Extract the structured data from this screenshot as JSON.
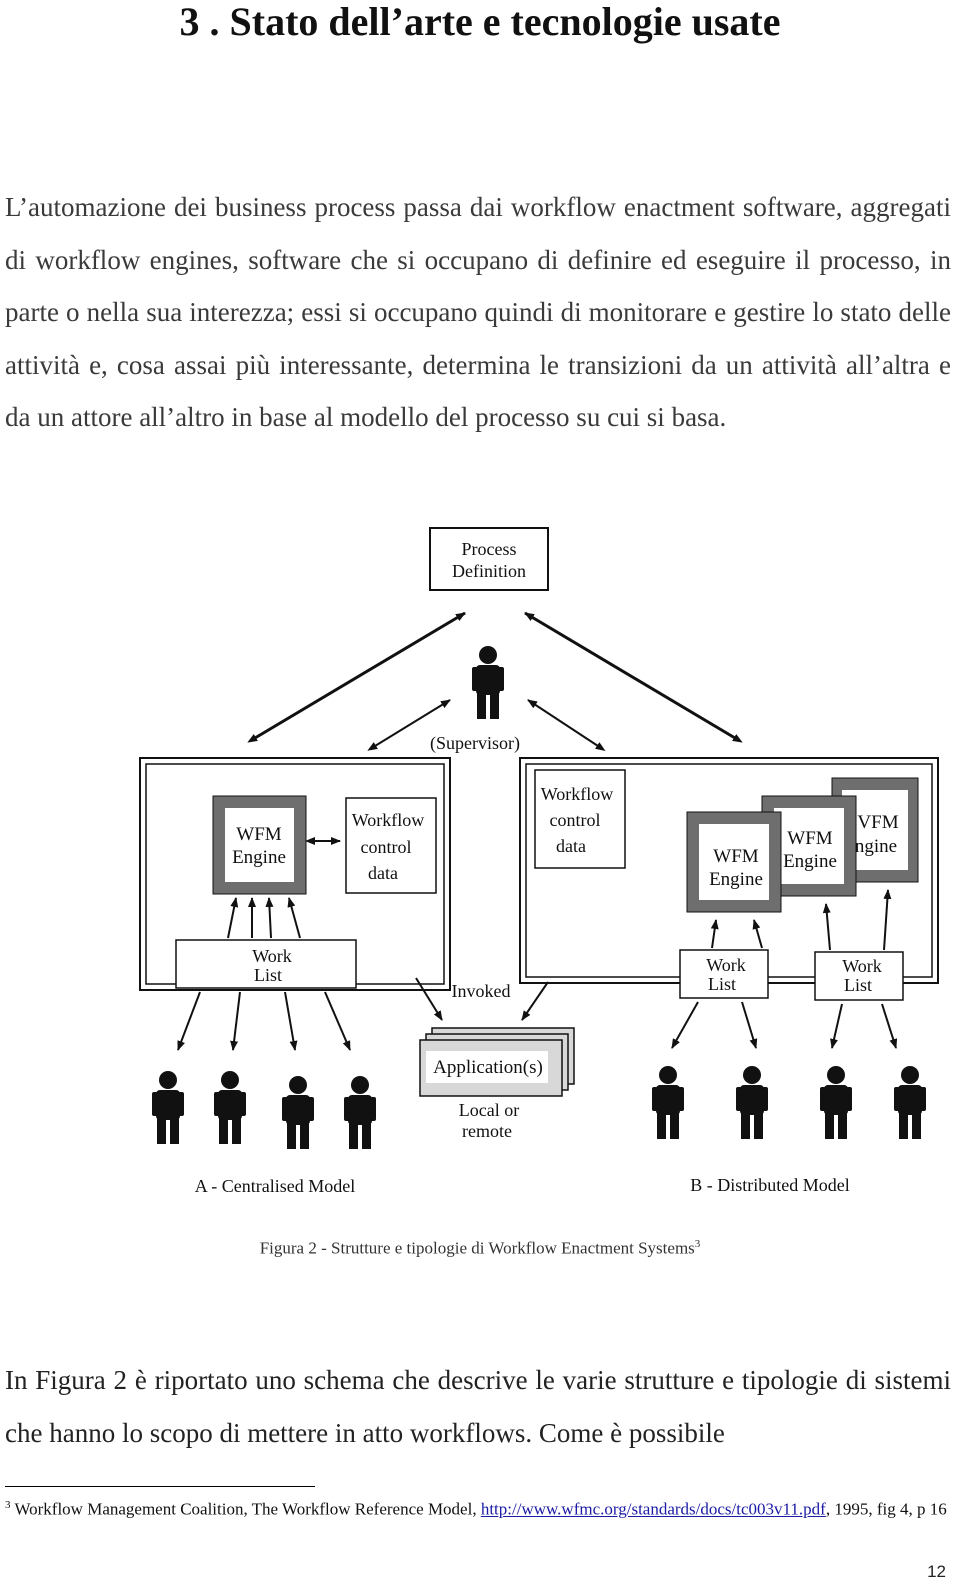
{
  "heading": "3 . Stato dell’arte e tecnologie usate",
  "paragraph1": "L’automazione dei business process passa dai workflow enactment software, aggregati di workflow engines, software che si occupano di definire ed eseguire il processo, in parte o nella sua interezza; essi si occupano quindi di monitorare e gestire lo stato delle attività e, cosa assai più interessante, determina le transizioni da un attività all’altra e da un attore all’altro in base al modello del processo su cui si basa.",
  "figure": {
    "process_definition": [
      "Process",
      "Definition"
    ],
    "supervisor": "(Supervisor)",
    "wfm_engine": [
      "WFM",
      "Engine"
    ],
    "wfm_engine_partial": [
      "VFM",
      "ngine"
    ],
    "workflow_control_data": [
      "Workflow",
      "control",
      "data"
    ],
    "work_list": [
      "Work",
      "List"
    ],
    "invoked": "Invoked",
    "applications": "Application(s)",
    "local_or_remote": [
      "Local or",
      "remote"
    ],
    "model_a": "A - Centralised Model",
    "model_b": "B - Distributed Model"
  },
  "caption": {
    "text": "Figura 2 - Strutture e tipologie di Workflow Enactment Systems",
    "ref": "3"
  },
  "paragraph2": "In Figura 2 è riportato uno schema che descrive le varie strutture e tipologie di sistemi che hanno lo scopo di mettere in atto workflows. Come è possibile",
  "footnote": {
    "marker": "3",
    "text": "Workflow Management Coalition, The Workflow Reference Model,",
    "link": "http://www.wfmc.org/standards/docs/tc003v11.pdf",
    "tail": ", 1995, fig 4, p 16"
  },
  "page_number": "12"
}
